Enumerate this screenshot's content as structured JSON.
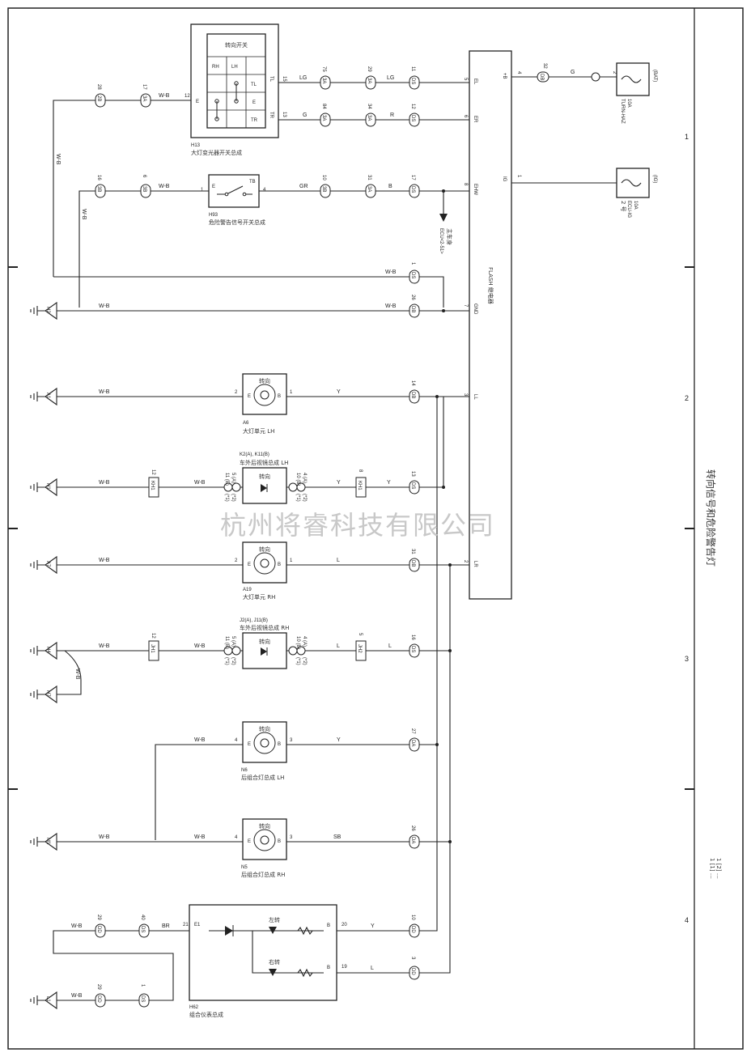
{
  "page": {
    "title_vertical": "转向信号和危险警告灯",
    "watermark": "杭州将睿科技有限公司",
    "zones": [
      "1",
      "2",
      "3",
      "4"
    ],
    "side_notes": [
      "1 [1] …",
      "1 [2] …"
    ]
  },
  "components": {
    "flasher": {
      "label": "FLASH 继电器",
      "pins": [
        {
          "num": "4",
          "name": "+B"
        },
        {
          "num": "1",
          "name": "IG"
        },
        {
          "num": "5",
          "name": "EL"
        },
        {
          "num": "6",
          "name": "ER"
        },
        {
          "num": "8",
          "name": "EHW"
        },
        {
          "num": "7",
          "name": "GND"
        },
        {
          "num": "3",
          "name": "LL"
        },
        {
          "num": "2",
          "name": "LR"
        }
      ]
    },
    "turn_switch": {
      "id": "H13",
      "desc": "大灯变光器开关总成",
      "title": "转向开关",
      "grid": [
        "RH",
        "LH",
        "TL",
        "E",
        "TR"
      ],
      "pins": [
        "12",
        "15",
        "13"
      ],
      "pin_labels": [
        "E",
        "TL",
        "TR"
      ]
    },
    "hazard_switch": {
      "id": "H93",
      "desc": "危险警告信号开关总成",
      "pins": [
        "1",
        "4"
      ],
      "pin_labels": [
        "E",
        "TB"
      ]
    },
    "fuse_bat": {
      "tag": "(BAT)",
      "rating": "10A",
      "name": "TURN-HAZ",
      "pin": "2"
    },
    "fuse_ig": {
      "tag": "(IG)",
      "rating": "10A",
      "name": "ECU-IG",
      "extra": "2 号"
    },
    "ecu_ref": {
      "line1": "主车身",
      "line2": "ECU<2-51>"
    },
    "lamp_a6": {
      "id": "A6",
      "desc": "大灯单元 LH",
      "label": "转向",
      "pins": [
        "2",
        "1"
      ],
      "pin_labels": [
        "E",
        "B"
      ]
    },
    "mirror_lh": {
      "id": "K2(A), K11(B)",
      "desc": "车外后视镜总成 LH",
      "label": "转向",
      "pins_left": [
        "5 (A)",
        "11 (B)",
        "(*2)",
        "(*1)"
      ],
      "pins_right": [
        "4 (A)",
        "10 (B)",
        "(*2)",
        "(*1)"
      ]
    },
    "lamp_a19": {
      "id": "A19",
      "desc": "大灯单元 RH",
      "label": "转向",
      "pins": [
        "2",
        "1"
      ],
      "pin_labels": [
        "E",
        "B"
      ]
    },
    "mirror_rh": {
      "id": "J2(A), J11(B)",
      "desc": "车外后视镜总成 RH",
      "label": "转向",
      "pins_left": [
        "5 (A)",
        "11 (B)",
        "(*2)",
        "(*1)"
      ],
      "pins_right": [
        "4 (A)",
        "10 (B)",
        "(*2)",
        "(*1)"
      ]
    },
    "lamp_n6": {
      "id": "N6",
      "desc": "后组合灯总成 LH",
      "label": "转向",
      "pins": [
        "4",
        "3"
      ],
      "pin_labels": [
        "E",
        "B"
      ]
    },
    "lamp_n5": {
      "id": "N5",
      "desc": "后组合灯总成 RH",
      "label": "转向",
      "pins": [
        "4",
        "3"
      ],
      "pin_labels": [
        "E",
        "B"
      ]
    },
    "meter": {
      "id": "H62",
      "desc": "组合仪表总成",
      "pins": [
        "21",
        "20",
        "19"
      ],
      "labels": [
        "E1",
        "B",
        "B"
      ],
      "lamps": [
        "左转",
        "右转"
      ]
    }
  },
  "connectors": {
    "c_sw_l1": "2B",
    "c_sw_l1_pin": "28",
    "c_sw_l2": "3A",
    "c_sw_l2_pin": "17",
    "c_tl1": "3A",
    "c_tl1_pin": "75",
    "c_tl2": "3A",
    "c_tl2_pin": "29",
    "c_tl3": "DS",
    "c_tl3_pin": "11",
    "c_tr1": "3A",
    "c_tr1_pin": "84",
    "c_tr2": "3A",
    "c_tr2_pin": "34",
    "c_tr3": "DS",
    "c_tr3_pin": "12",
    "c_hz_l1": "3B",
    "c_hz_l1_pin": "16",
    "c_hz_l2": "3B",
    "c_hz_l2_pin": "6",
    "c_hz_r1": "3B",
    "c_hz_r1_pin": "10",
    "c_hz_r2": "3A",
    "c_hz_r2_pin": "31",
    "c_hz_r3": "DS",
    "c_hz_r3_pin": "17",
    "c_b": "DB",
    "c_b_pin": "32",
    "c_gnd1": "DS",
    "c_gnd1_pin": "1",
    "c_gnd2": "DB",
    "c_gnd2_pin": "26",
    "c_a6": "DB",
    "c_a6_pin": "14",
    "c_klh": "DS",
    "c_klh_pin": "13",
    "c_a19": "DB",
    "c_a19_pin": "31",
    "c_krh": "DS",
    "c_krh_pin": "16",
    "c_n6": "DA",
    "c_n6_pin": "27",
    "c_n5": "DA",
    "c_n5_pin": "26",
    "c_m20": "DD",
    "c_m20_pin": "10",
    "c_m19": "DD",
    "c_m19_pin": "3",
    "c_m_l1": "DD",
    "c_m_l1_pin": "29",
    "c_m_l2": "DS",
    "c_m_l2_pin": "40",
    "c_m_g1": "DD",
    "c_m_g1_pin": "29",
    "c_m_g2": "DS",
    "c_m_g2_pin": "1",
    "kh1": "KH1",
    "kh1_pin": "12",
    "kh1b": "KH1",
    "kh1b_pin": "8",
    "jh1": "JH1",
    "jh1_pin": "12",
    "jh2": "JH2",
    "jh2_pin": "5"
  },
  "grounds": [
    "H2",
    "A1",
    "H1",
    "A7",
    "H4",
    "H7",
    "M1",
    "L1"
  ],
  "wire_colors": {
    "we": "W-B",
    "lg": "LG",
    "g": "G",
    "r": "R",
    "gr": "GR",
    "b": "B",
    "y": "Y",
    "l": "L",
    "sb": "SB",
    "br": "BR"
  }
}
